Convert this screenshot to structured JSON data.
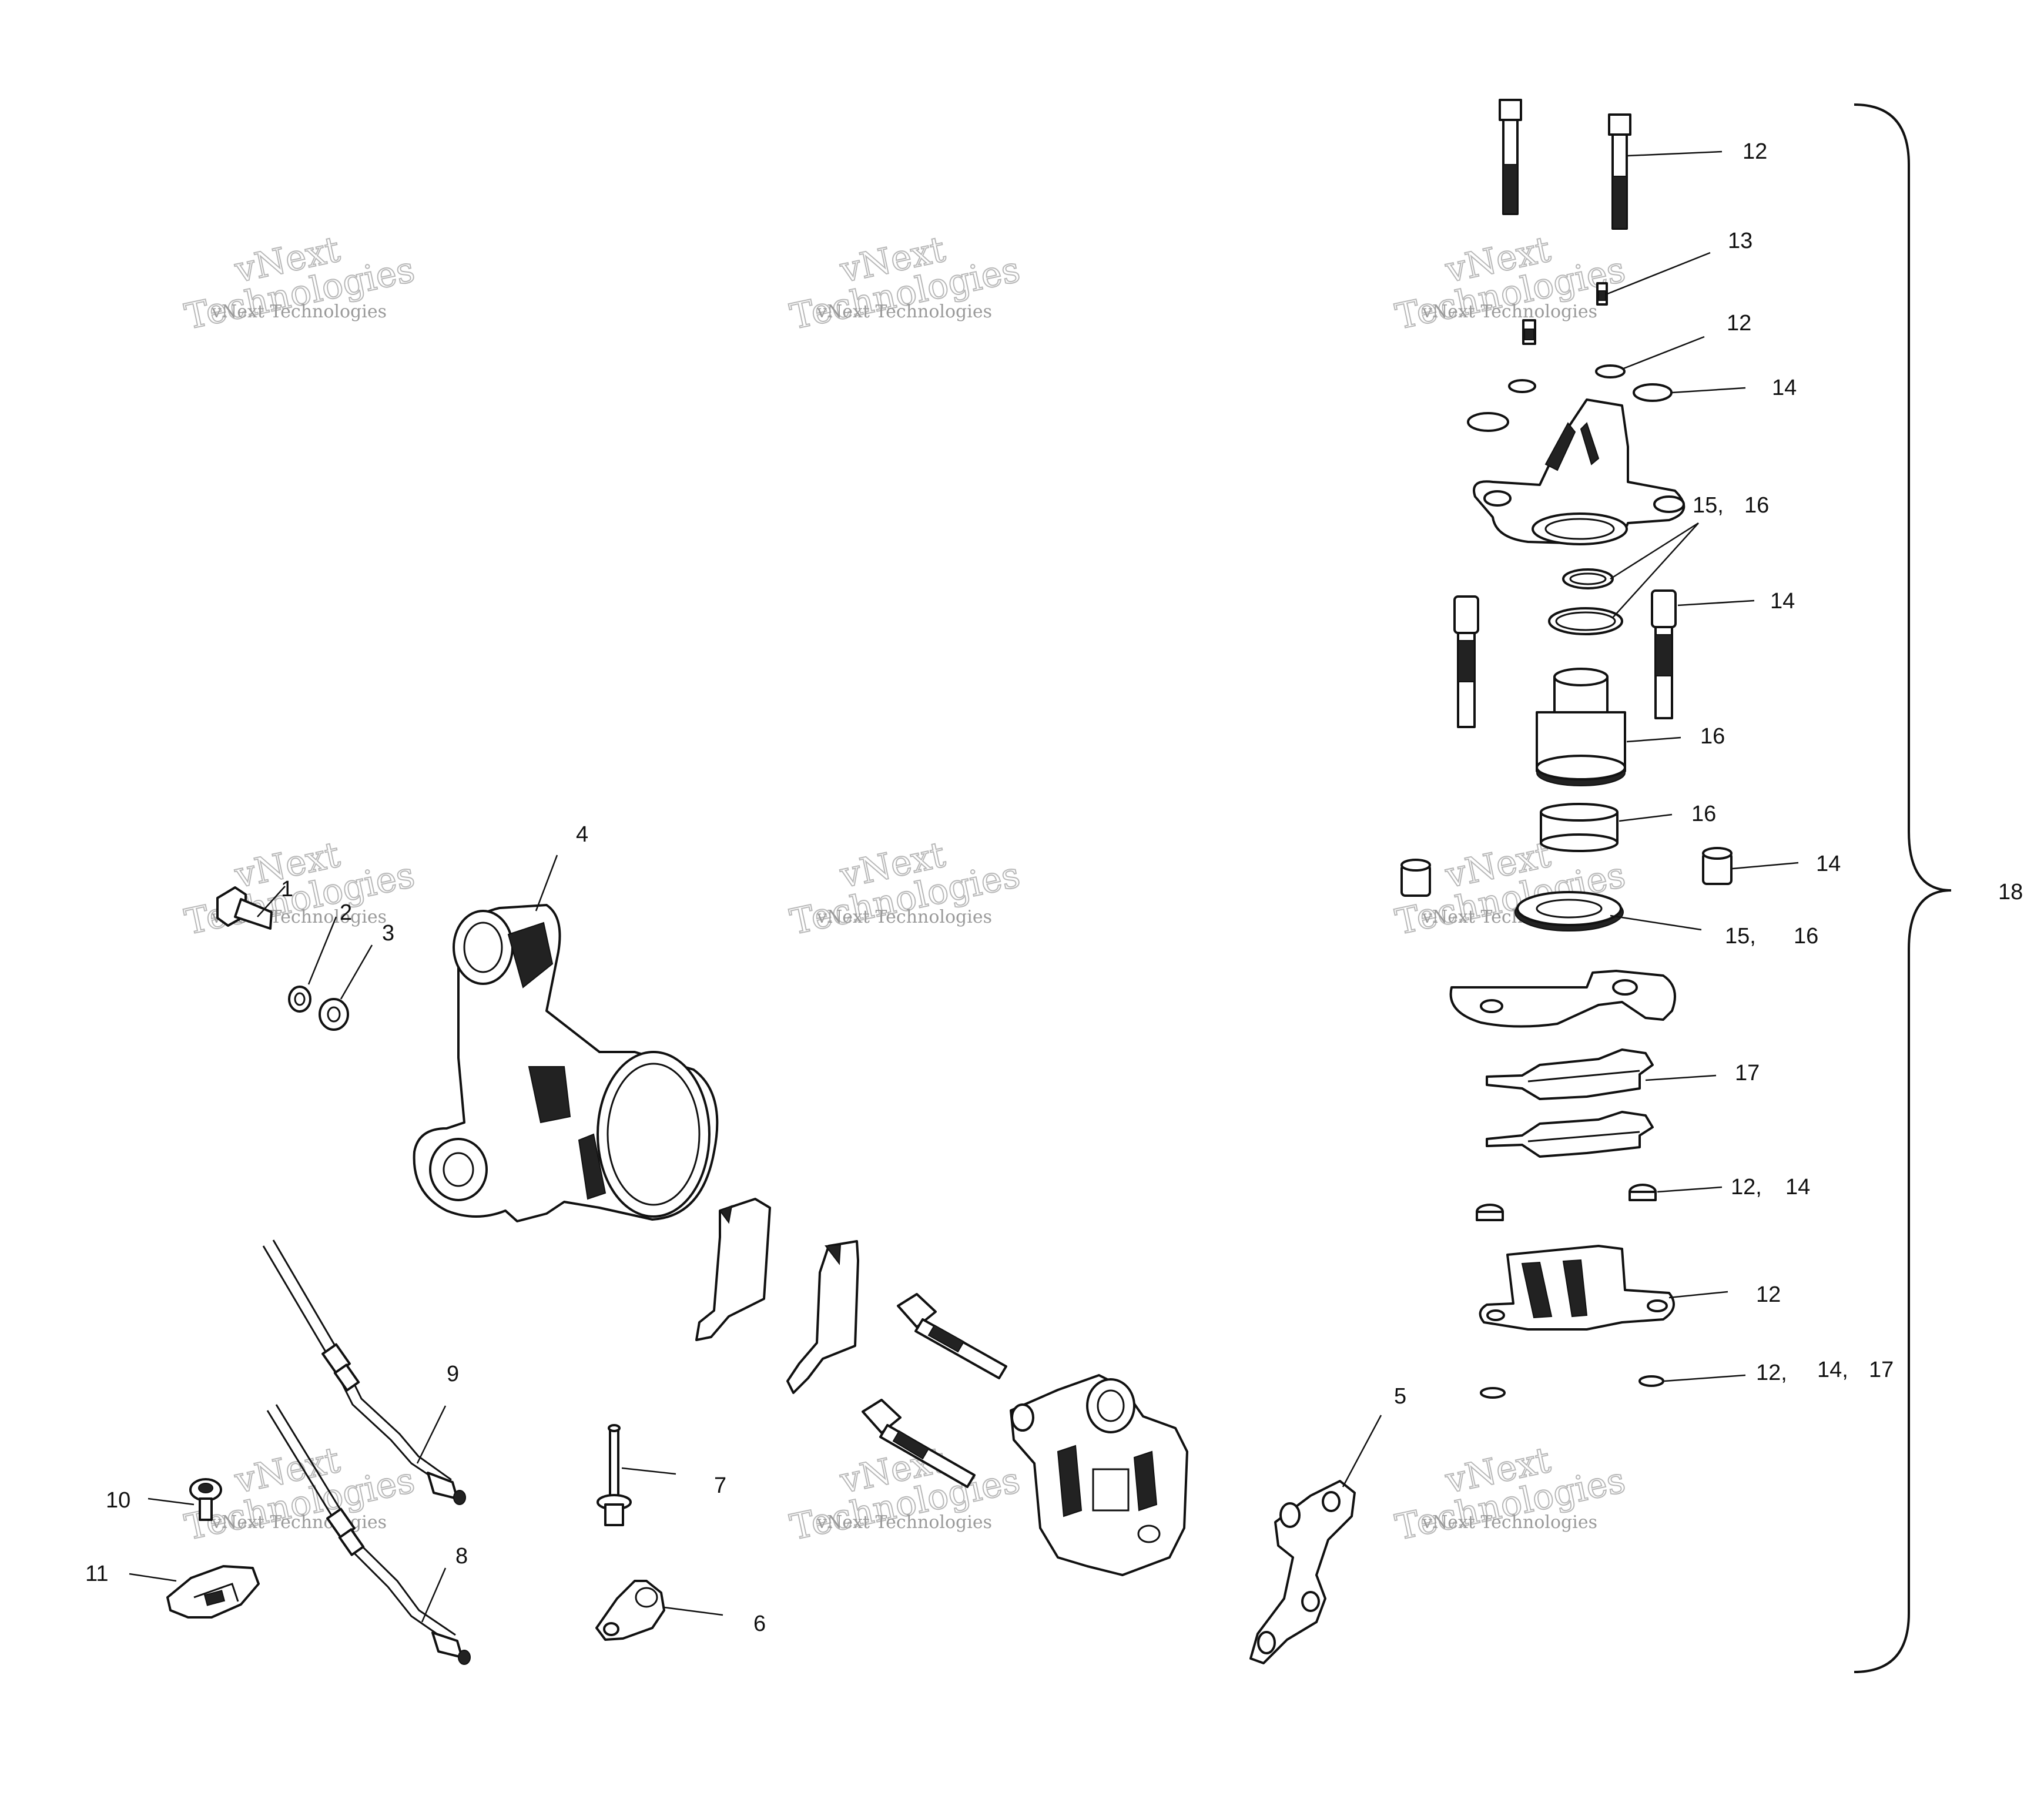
{
  "callouts": {
    "c1": "1",
    "c2": "2",
    "c3": "3",
    "c4": "4",
    "c5": "5",
    "c6": "6",
    "c7": "7",
    "c8": "8",
    "c9": "9",
    "c10": "10",
    "c11": "11",
    "c12a": "12",
    "c13": "13",
    "c12b": "12",
    "c14a": "14",
    "c1516a": "15,",
    "c16a": "16",
    "c14b": "14",
    "c16b": "16",
    "c16c": "16",
    "c14c": "14",
    "c1516b": "15,",
    "c16d": "16",
    "c17": "17",
    "c1214a": "12,",
    "c14d": "14",
    "c12c": "12",
    "c12d": "12,",
    "c1417": "14,",
    "c17b": "17",
    "c18": "18"
  },
  "watermark": {
    "line1": "vNext",
    "line2": "Technologies",
    "small": "vNext Technologies"
  }
}
